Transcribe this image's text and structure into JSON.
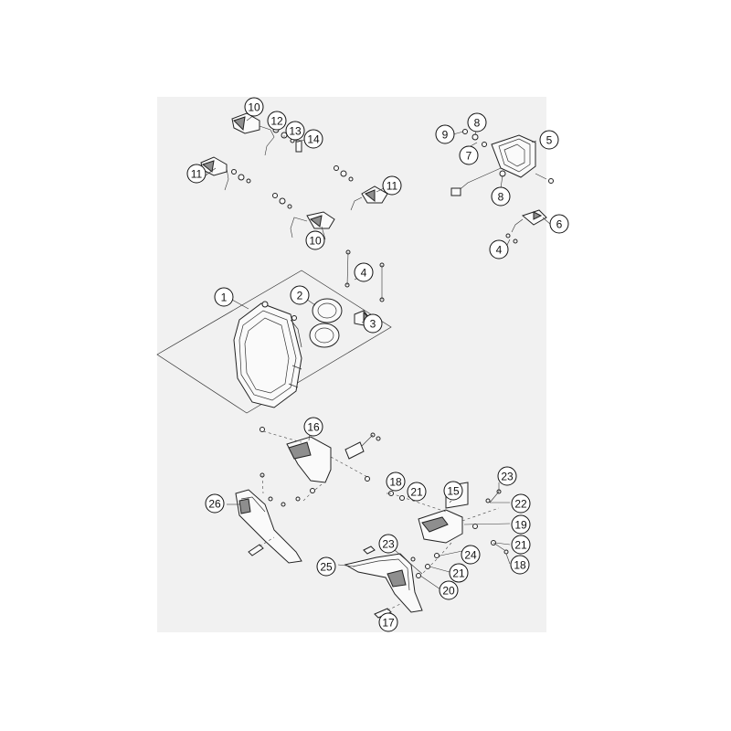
{
  "diagram": {
    "type": "exploded-parts-view",
    "callouts": [
      {
        "id": "c10a",
        "label": "10"
      },
      {
        "id": "c12",
        "label": "12"
      },
      {
        "id": "c13",
        "label": "13"
      },
      {
        "id": "c14",
        "label": "14"
      },
      {
        "id": "c11a",
        "label": "11"
      },
      {
        "id": "c11b",
        "label": "11"
      },
      {
        "id": "c10b",
        "label": "10"
      },
      {
        "id": "c9",
        "label": "9"
      },
      {
        "id": "c8a",
        "label": "8"
      },
      {
        "id": "c7",
        "label": "7"
      },
      {
        "id": "c5",
        "label": "5"
      },
      {
        "id": "c8b",
        "label": "8"
      },
      {
        "id": "c6",
        "label": "6"
      },
      {
        "id": "c4a",
        "label": "4"
      },
      {
        "id": "c4b",
        "label": "4"
      },
      {
        "id": "c1",
        "label": "1"
      },
      {
        "id": "c2",
        "label": "2"
      },
      {
        "id": "c3",
        "label": "3"
      },
      {
        "id": "c16",
        "label": "16"
      },
      {
        "id": "c26",
        "label": "26"
      },
      {
        "id": "c18a",
        "label": "18"
      },
      {
        "id": "c21a",
        "label": "21"
      },
      {
        "id": "c15",
        "label": "15"
      },
      {
        "id": "c23a",
        "label": "23"
      },
      {
        "id": "c22",
        "label": "22"
      },
      {
        "id": "c19",
        "label": "19"
      },
      {
        "id": "c21b",
        "label": "21"
      },
      {
        "id": "c18b",
        "label": "18"
      },
      {
        "id": "c23b",
        "label": "23"
      },
      {
        "id": "c24",
        "label": "24"
      },
      {
        "id": "c21c",
        "label": "21"
      },
      {
        "id": "c20",
        "label": "20"
      },
      {
        "id": "c25",
        "label": "25"
      },
      {
        "id": "c17",
        "label": "17"
      }
    ]
  }
}
